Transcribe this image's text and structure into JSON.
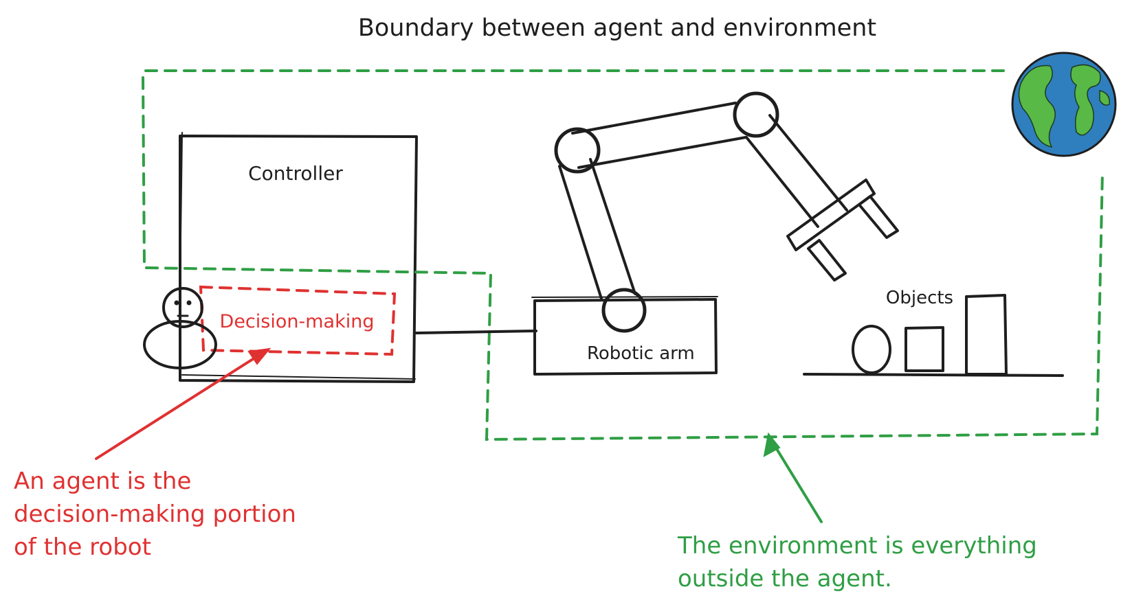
{
  "title": "Boundary between agent and environment",
  "labels": {
    "controller": "Controller",
    "decision_making": "Decision-making",
    "robotic_arm": "Robotic arm",
    "objects": "Objects"
  },
  "annotations": {
    "agent": [
      "An agent is the",
      "decision-making portion",
      "of the robot"
    ],
    "environment": [
      "The environment is everything",
      "outside the agent."
    ]
  },
  "colors": {
    "ink": "#1e1e1e",
    "agent_red": "#e03131",
    "environment_green": "#2f9e44",
    "ocean": "#2f7fbf",
    "land": "#58b947"
  },
  "icons": {
    "agent_figure": "person-icon",
    "world": "globe-icon"
  }
}
